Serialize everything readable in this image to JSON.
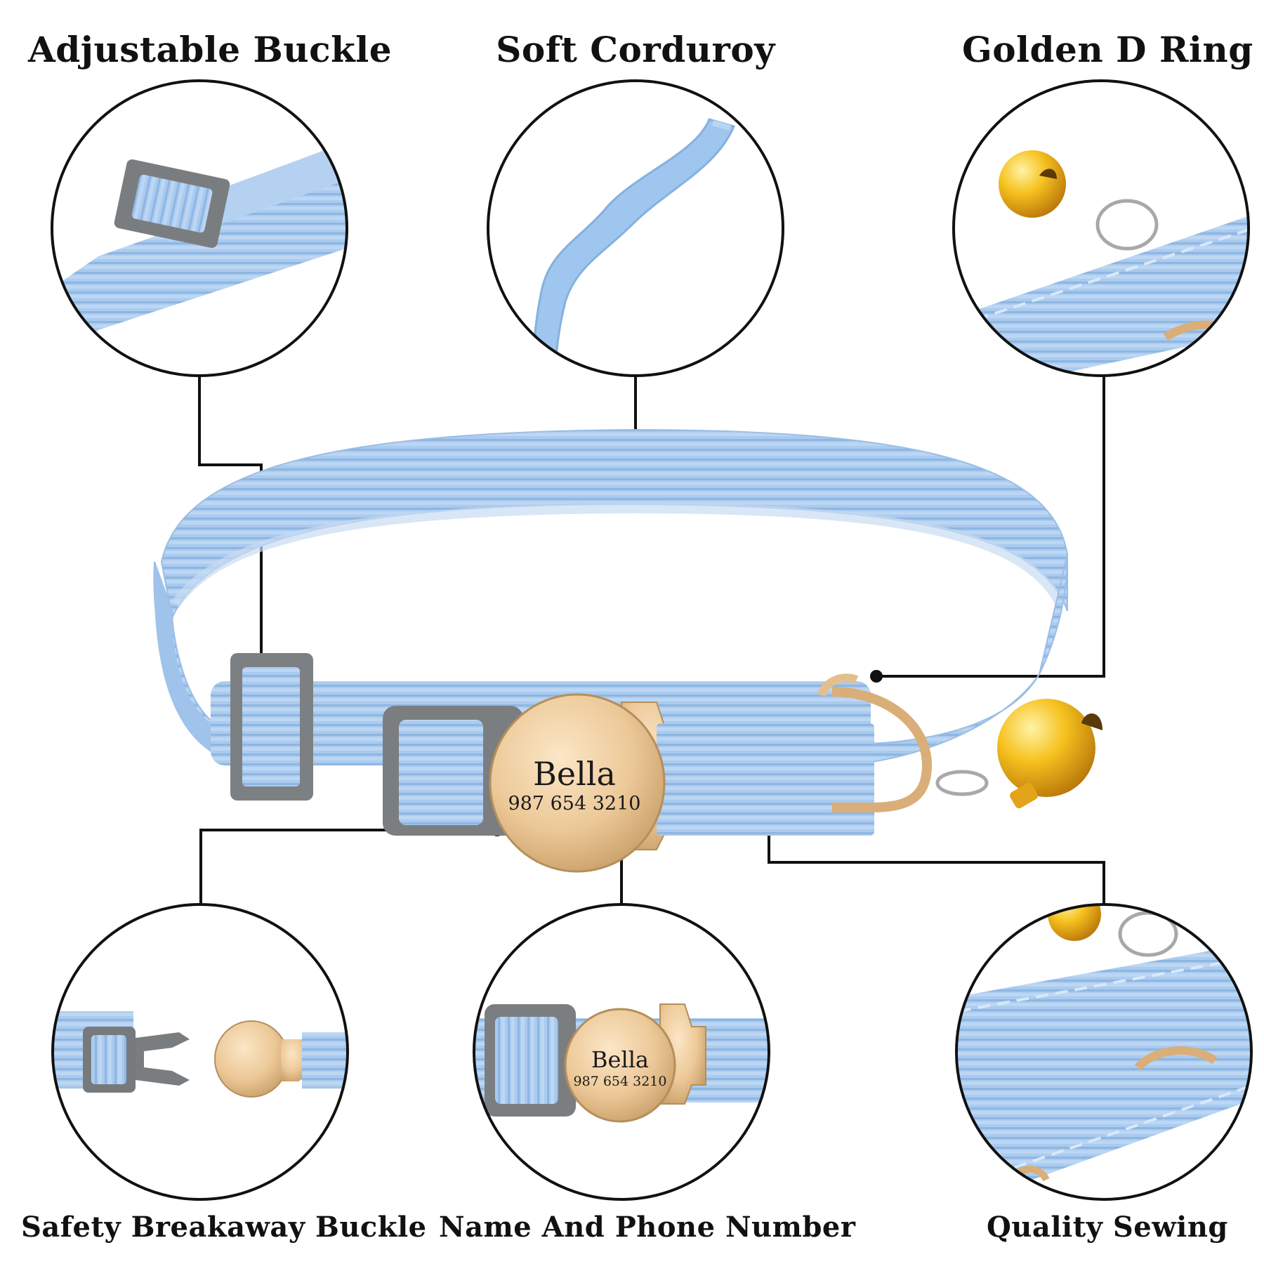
{
  "labels": {
    "adjustable_buckle": "Adjustable Buckle",
    "soft_corduroy": "Soft Corduroy",
    "golden_d_ring": "Golden D Ring",
    "safety_breakaway_buckle": "Safety Breakaway Buckle",
    "name_and_phone_number": "Name And Phone Number",
    "quality_sewing": "Quality Sewing"
  },
  "tag": {
    "name": "Bella",
    "phone": "987 654 3210"
  },
  "colors": {
    "collar_blue": "#a9cbef",
    "collar_stripe": "#8cb4e0",
    "buckle_gray": "#7a7d80",
    "gold": "#e9c99c",
    "bell_gold": "#f2b51c",
    "line": "#111111"
  }
}
